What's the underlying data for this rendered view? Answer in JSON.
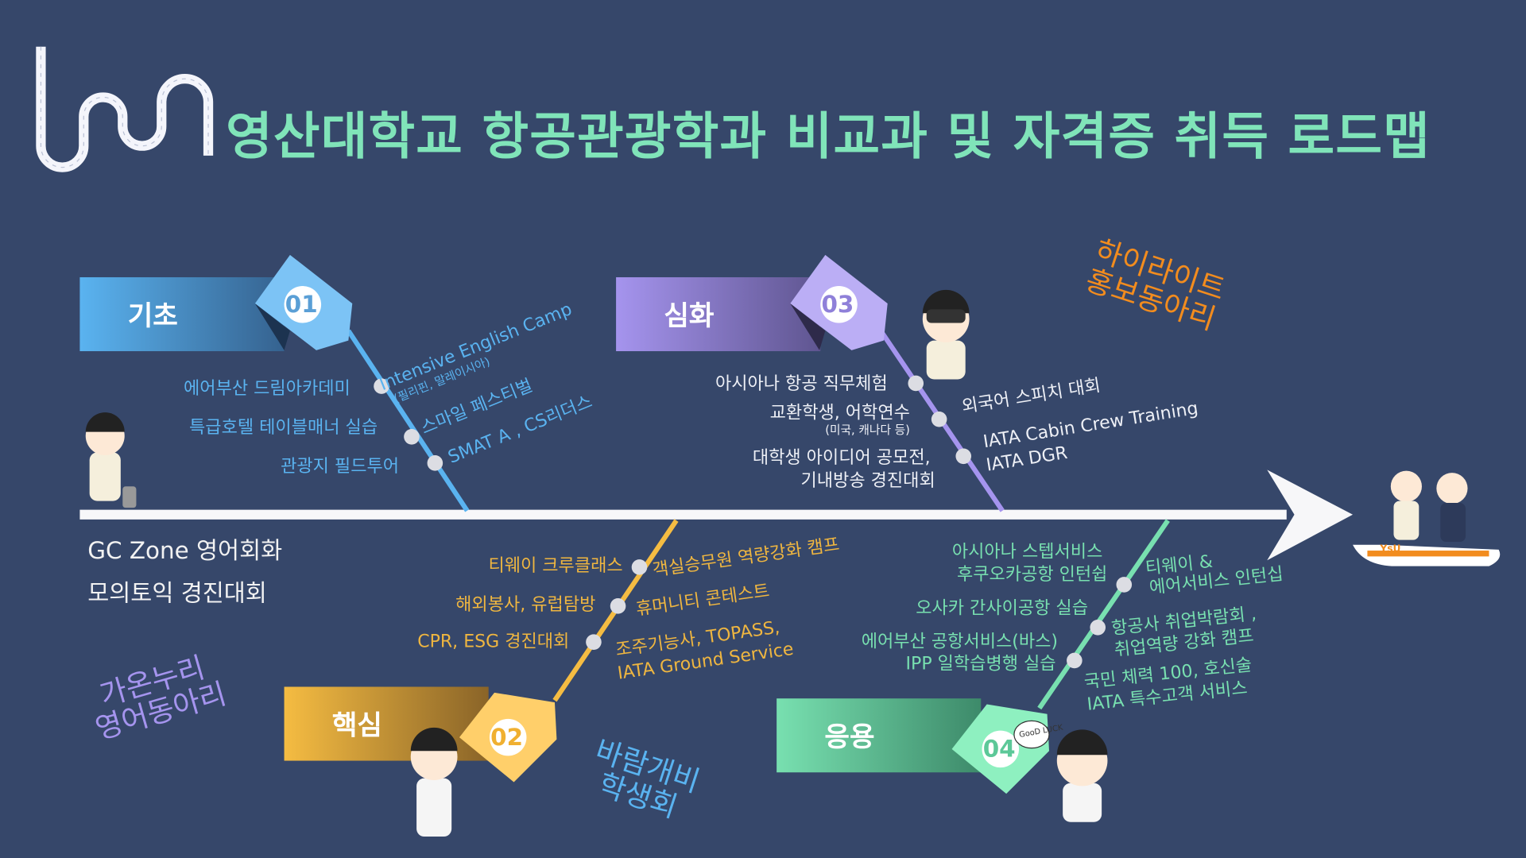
{
  "title": "영산대학교 항공관광학과 비교과 및 자격증 취득 로드맵",
  "colors": {
    "background": "#36476a",
    "title": "#80e4b9",
    "basic": "#5ab3f0",
    "advanced": "#a594ee",
    "core": "#f5bc42",
    "applied": "#78e0b0"
  },
  "stages": [
    {
      "label": "기초",
      "number": "01",
      "left": [
        "에어부산 드림아카데미",
        "특급호텔 테이블매너 실습",
        "관광지 필드투어"
      ],
      "right": [
        "Intensive English Camp",
        "(필리핀, 말레이시아)",
        "스마일 페스티벌",
        "SMAT A , CS리더스"
      ]
    },
    {
      "label": "핵심",
      "number": "02",
      "left": [
        "티웨이 크루클래스",
        "해외봉사, 유럽탐방",
        "CPR, ESG 경진대회"
      ],
      "right": [
        "객실승무원 역량강화 캠프",
        "휴머니티 콘테스트",
        "조주기능사, TOPASS,",
        "IATA Ground Service"
      ]
    },
    {
      "label": "심화",
      "number": "03",
      "left": [
        "아시아나 항공 직무체험",
        "교환학생, 어학연수",
        "(미국, 캐나다 등)",
        "대학생 아이디어 공모전,",
        "기내방송 경진대회"
      ],
      "right": [
        "외국어 스피치 대회",
        "IATA Cabin Crew Training",
        "IATA DGR"
      ]
    },
    {
      "label": "응용",
      "number": "04",
      "left": [
        "아시아나 스텝서비스",
        "후쿠오카공항 인턴쉽",
        "오사카 간사이공항 실습",
        "에어부산 공항서비스(바스)",
        "IPP 일학습병행 실습"
      ],
      "right": [
        "티웨이 &",
        "에어서비스 인턴십",
        "항공사 취업박람회 ,",
        "취업역량 강화 캠프",
        "국민 체력 100, 호신술",
        "IATA 특수고객 서비스"
      ]
    }
  ],
  "general": [
    "GC Zone 영어회화",
    "모의토익 경진대회"
  ],
  "clubs": [
    {
      "line1": "하이라이트",
      "line2": "홍보동아리"
    },
    {
      "line1": "가온누리",
      "line2": "영어동아리"
    },
    {
      "line1": "바람개비",
      "line2": "학생회"
    }
  ],
  "badges": {
    "good_luck": "GooD LUCK",
    "plane_logo": "YsU"
  }
}
